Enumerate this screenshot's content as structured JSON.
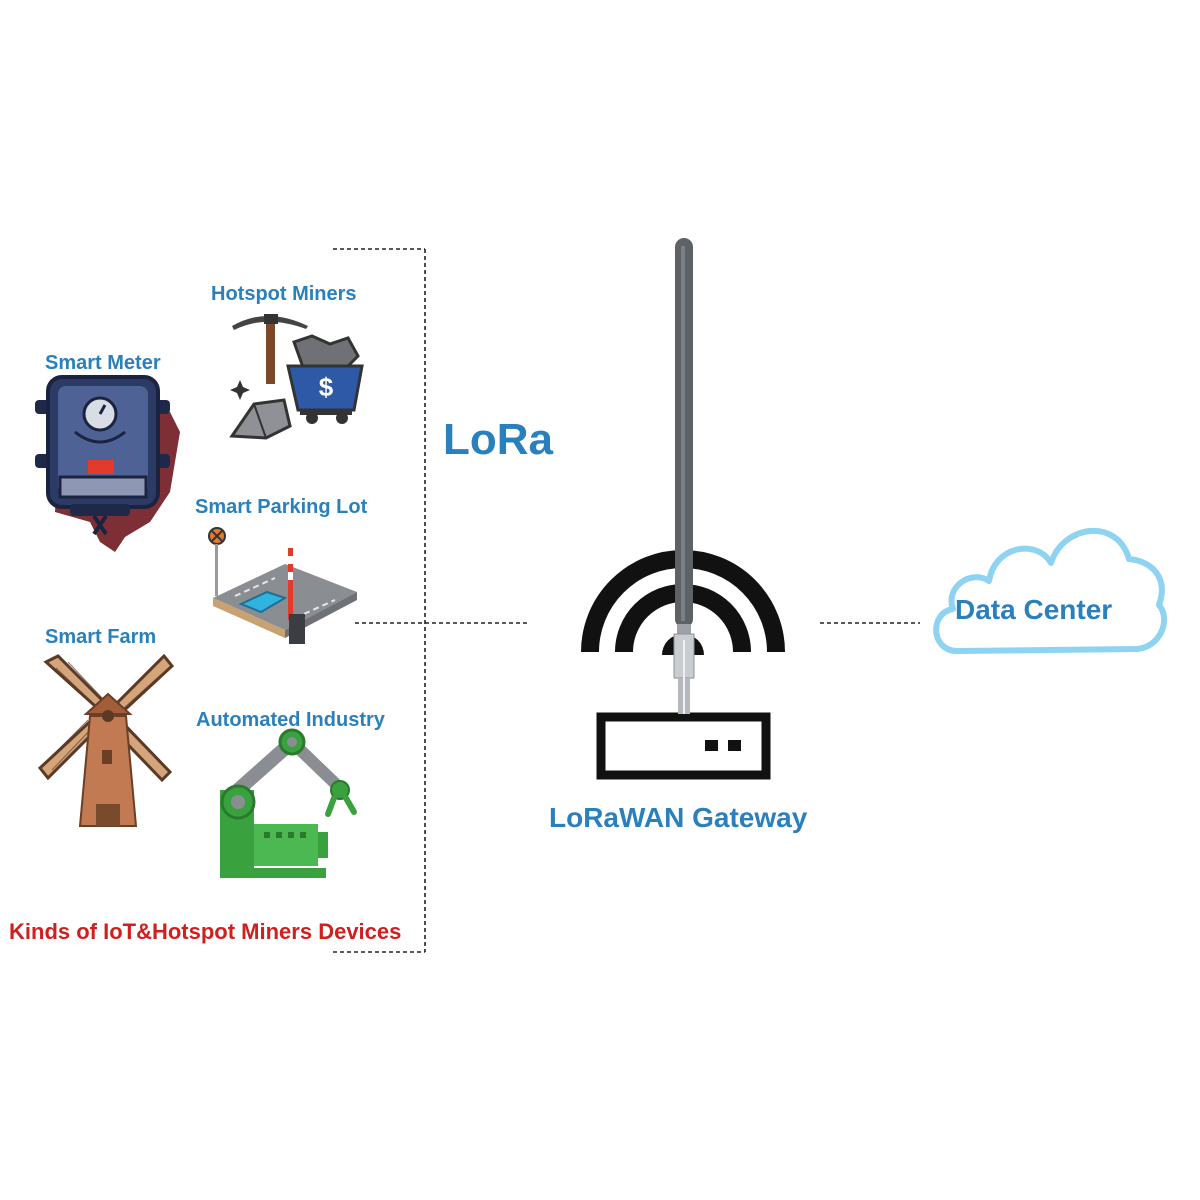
{
  "devices": {
    "hotspot_miners": "Hotspot Miners",
    "smart_meter": "Smart Meter",
    "smart_parking_lot": "Smart Parking Lot",
    "smart_farm": "Smart Farm",
    "automated_industry": "Automated Industry"
  },
  "devices_caption": "Kinds of IoT&Hotspot Miners Devices",
  "protocol_label": "LoRa",
  "gateway_label": "LoRaWAN Gateway",
  "cloud_label": "Data Center",
  "colors": {
    "label_blue": "#2a80bd",
    "caption_red": "#d11f1f",
    "cloud_stroke": "#8fd3f2",
    "antenna_gray": "#5e6166"
  }
}
